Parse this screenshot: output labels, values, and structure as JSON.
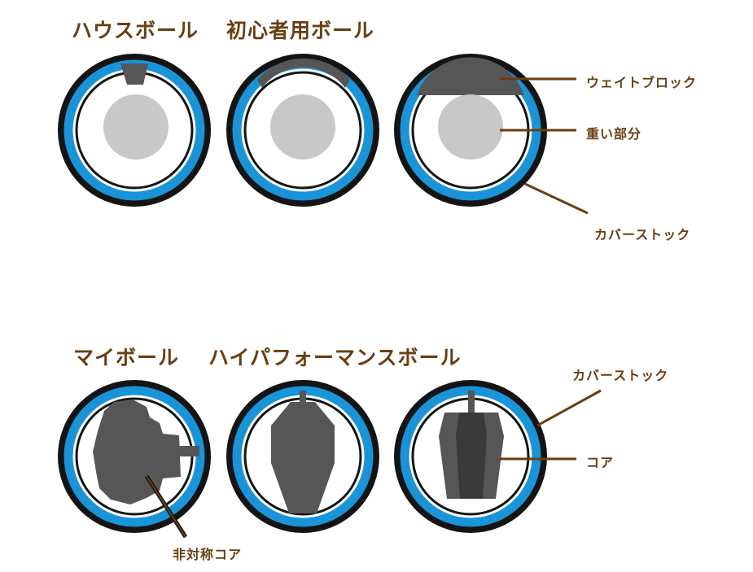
{
  "titles": {
    "house_ball": "ハウスボール",
    "beginner_ball": "初心者用ボール",
    "my_ball": "マイボール",
    "high_performance_ball": "ハイパフォーマンスボール"
  },
  "labels": {
    "weight_block": "ウェイトブロック",
    "heavy_part": "重い部分",
    "coverstock_top": "カバーストック",
    "coverstock_bottom": "カバーストック",
    "core": "コア",
    "asymmetric_core": "非対称コア"
  },
  "colors": {
    "shell": "#1a94d8",
    "outline": "#141414",
    "heavy": "#c8c8c8",
    "core": "#565656",
    "core_dark": "#3a3a3a",
    "label": "#6b3e10"
  }
}
